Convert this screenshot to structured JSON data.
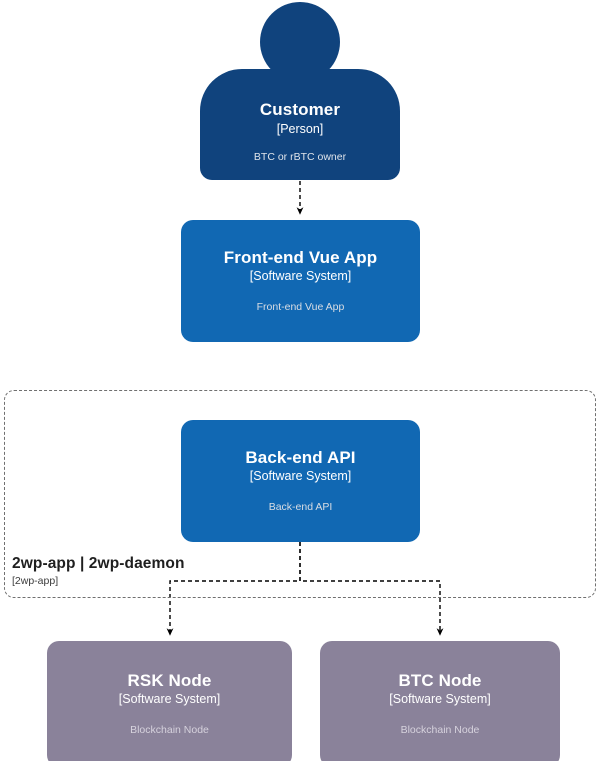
{
  "diagram": {
    "kind": "c4-system-context",
    "background": "#ffffff",
    "colors": {
      "person_fill": "#10437d",
      "system_fill": "#1168b3",
      "external_system_fill": "#8a829a",
      "boundary_stroke": "#707070",
      "connector_stroke": "#000000",
      "node_text": "#ffffff",
      "node_desc_text": "#d9dde3",
      "boundary_text": "#1f1f1f"
    }
  },
  "nodes": {
    "customer": {
      "title": "Customer",
      "type": "[Person]",
      "description": "BTC or rBTC owner",
      "shape": "person"
    },
    "frontend": {
      "title": "Front-end Vue App",
      "type": "[Software System]",
      "description": "Front-end Vue App",
      "shape": "rounded-box"
    },
    "backend": {
      "title": "Back-end API",
      "type": "[Software System]",
      "description": "Back-end API",
      "shape": "rounded-box"
    },
    "rsk_node": {
      "title": "RSK Node",
      "type": "[Software System]",
      "description": "Blockchain Node",
      "shape": "rounded-box"
    },
    "btc_node": {
      "title": "BTC Node",
      "type": "[Software System]",
      "description": "Blockchain Node",
      "shape": "rounded-box"
    }
  },
  "boundary": {
    "title": "2wp-app | 2wp-daemon",
    "type": "[2wp-app]",
    "style": "dashed"
  },
  "connections": [
    {
      "id": "customer-to-frontend",
      "from": "customer",
      "to": "frontend",
      "style": "dashed",
      "arrowhead": "filled",
      "label": ""
    },
    {
      "id": "backend-to-rsk",
      "from": "backend",
      "to": "rsk_node",
      "style": "dashed",
      "arrowhead": "filled",
      "label": ""
    },
    {
      "id": "backend-to-btc",
      "from": "backend",
      "to": "btc_node",
      "style": "dashed",
      "arrowhead": "filled",
      "label": ""
    }
  ]
}
